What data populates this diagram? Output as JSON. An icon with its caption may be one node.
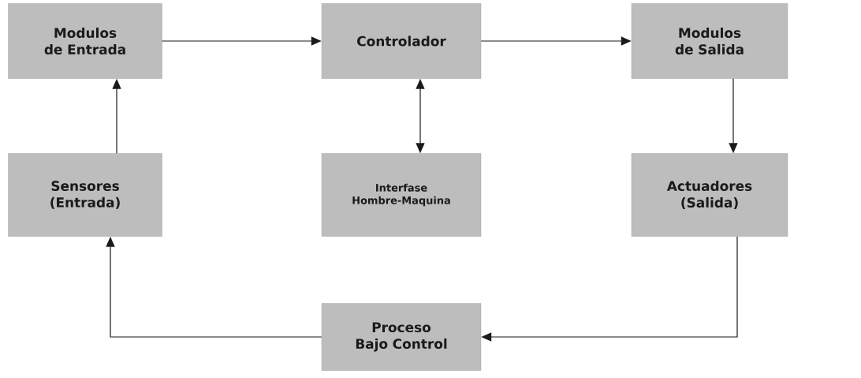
{
  "diagram": {
    "nodes": [
      {
        "text": [
          "Modulos de Entrada"
        ]
      },
      {
        "text": [
          "Controlador"
        ]
      },
      {
        "text": [
          "Modulos de Salida"
        ]
      },
      {
        "text": [
          "Sensores (Entrada)"
        ]
      },
      {
        "text": [
          "Interfase Hombre-Maquina"
        ]
      },
      {
        "text": [
          "Actuadores (Salida)"
        ]
      },
      {
        "text": [
          "Proceso Bajo Control"
        ]
      }
    ],
    "edges": [
      {
        "from": 0,
        "to": 1,
        "arrow": "to"
      },
      {
        "from": 1,
        "to": 2,
        "arrow": "to"
      },
      {
        "from": 2,
        "to": 5,
        "arrow": "to"
      },
      {
        "from": 1,
        "to": 4,
        "arrow": "both"
      },
      {
        "from": 5,
        "to": 6,
        "arrow": "to"
      },
      {
        "from": 6,
        "to": 3,
        "arrow": "to"
      },
      {
        "from": 3,
        "to": 0,
        "arrow": "to"
      }
    ]
  }
}
